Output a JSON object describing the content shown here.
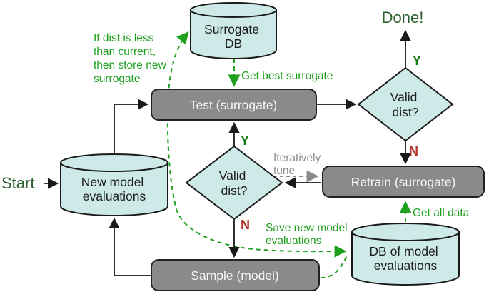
{
  "diagram": {
    "type": "flowchart",
    "subject": "surrogate-model training workflow",
    "colors": {
      "node_fill": "#cde9e8",
      "node_border": "#1a1a1a",
      "process_fill": "#8a8a8a",
      "process_border": "#222222",
      "annotation_green": "#1fa01f",
      "terminal_green": "#2e5f2e",
      "yes_green": "#117b11",
      "no_red": "#b03327",
      "tune_gray": "#8c8c8c",
      "connector_black": "#1a1a1a"
    },
    "nodes": {
      "surrogate_db": {
        "line1": "Surrogate",
        "line2": "DB"
      },
      "new_model_evaluations": {
        "line1": "New model",
        "line2": "evaluations"
      },
      "db_of_model_evaluations": {
        "line1": "DB of model",
        "line2": "evaluations"
      },
      "test": {
        "label": "Test (surrogate)"
      },
      "retrain": {
        "label": "Retrain (surrogate)"
      },
      "sample": {
        "label": "Sample (model)"
      },
      "valid_dist_mid": {
        "line1": "Valid",
        "line2": "dist?"
      },
      "valid_dist_right": {
        "line1": "Valid",
        "line2": "dist?"
      }
    },
    "terminals": {
      "start": "Start",
      "done": "Done!"
    },
    "branch_labels": {
      "yes": "Y",
      "no": "N"
    },
    "edge_labels": {
      "store_surrogate": [
        "If dist is less",
        "than current,",
        "then store new",
        "surrogate"
      ],
      "get_best_surrogate": "Get best surrogate",
      "save_new_evaluations": [
        "Save new model",
        "evaluations"
      ],
      "get_all_data": "Get all data",
      "iteratively_tune": [
        "Iteratively",
        "tune"
      ]
    }
  }
}
